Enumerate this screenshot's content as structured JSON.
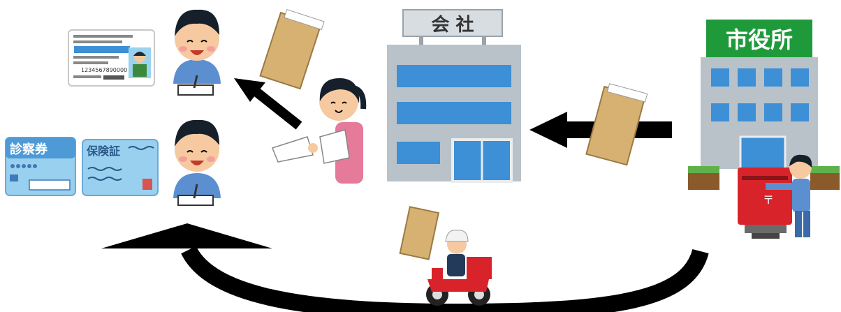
{
  "company": {
    "sign": "会 社"
  },
  "city_office": {
    "sign": "市役所"
  },
  "cards": {
    "exam_ticket": "診察券",
    "insurance_card": "保険証",
    "license_number": "1234567890000"
  },
  "colors": {
    "arrow": "#000000",
    "envelope": "#d6b172",
    "building_blue": "#3d8fd6",
    "sign_green": "#1f9a3b",
    "post_red": "#d8232a"
  }
}
